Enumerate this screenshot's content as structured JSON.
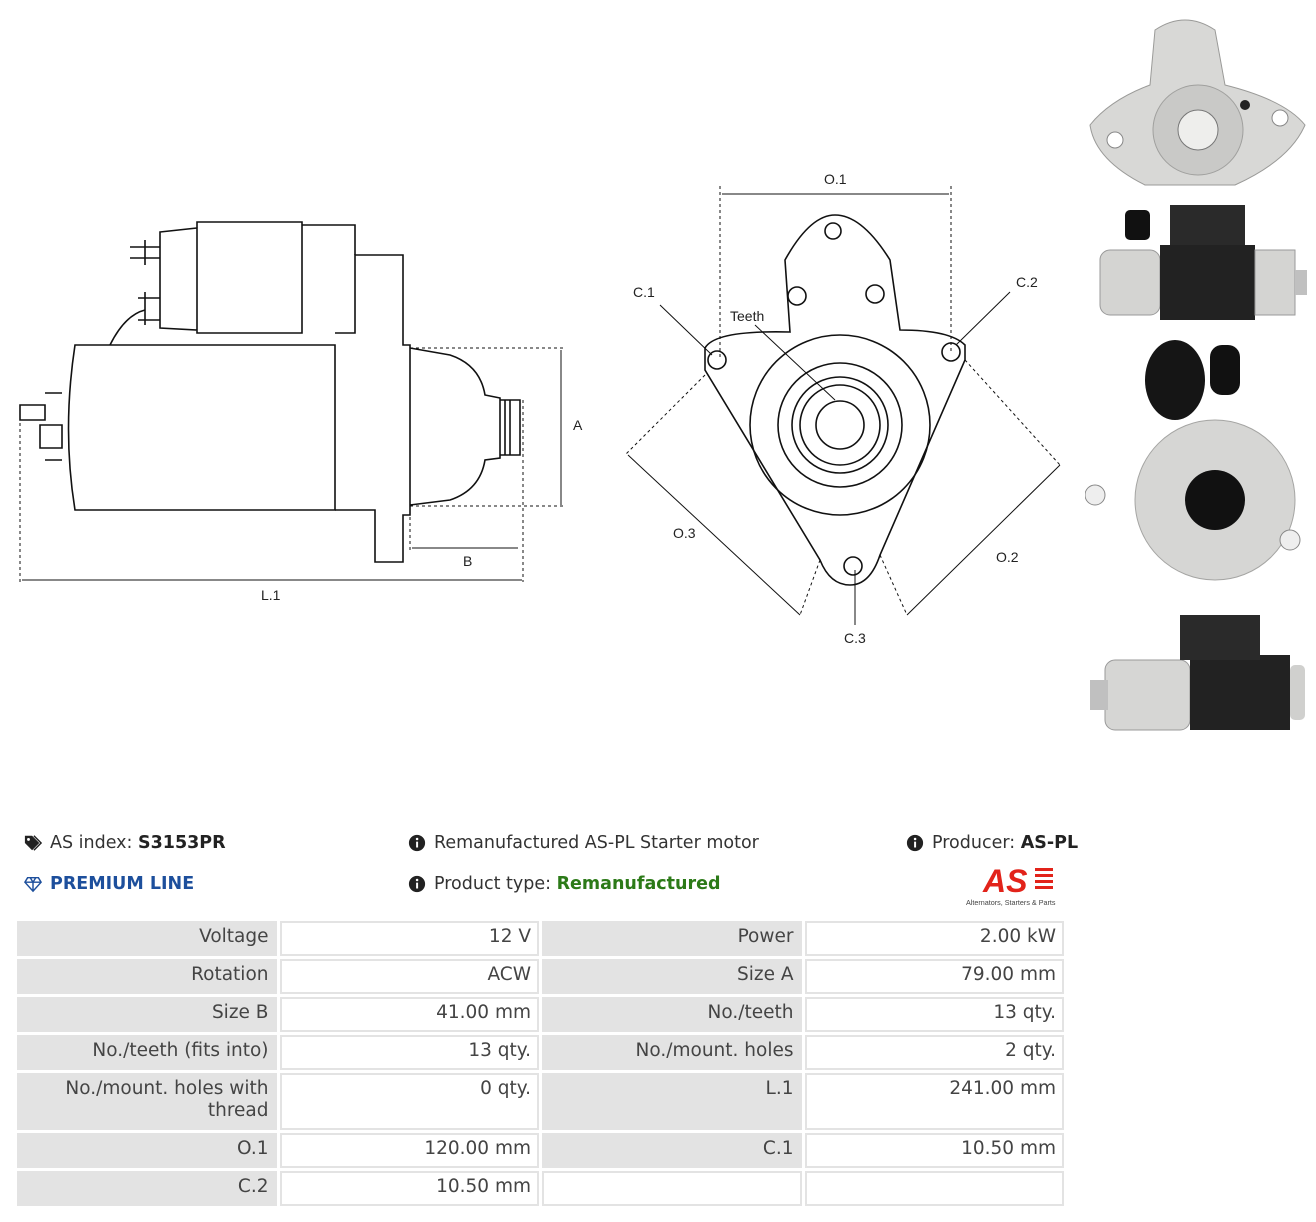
{
  "drawing": {
    "labels": {
      "A": "A",
      "B": "B",
      "L1": "L.1",
      "O1": "O.1",
      "O2": "O.2",
      "O3": "O.3",
      "C1": "C.1",
      "C2": "C.2",
      "C3": "C.3",
      "teeth": "Teeth"
    }
  },
  "info": {
    "as_index_label": "AS index:",
    "as_index_value": "S3153PR",
    "premium": "PREMIUM LINE",
    "description": "Remanufactured AS-PL Starter motor",
    "product_type_label": "Product type:",
    "product_type_value": "Remanufactured",
    "producer_label": "Producer:",
    "producer_value": "AS-PL",
    "logo_text": "AS",
    "logo_tagline": "Alternators, Starters & Parts",
    "colors": {
      "premium": "#1d4f9c",
      "product_type": "#2c7a18",
      "logo": "#e2231a"
    }
  },
  "specs": [
    [
      "Voltage",
      "12 V",
      "Power",
      "2.00 kW"
    ],
    [
      "Rotation",
      "ACW",
      "Size A",
      "79.00 mm"
    ],
    [
      "Size B",
      "41.00 mm",
      "No./teeth",
      "13 qty."
    ],
    [
      "No./teeth (fits into)",
      "13 qty.",
      "No./mount. holes",
      "2 qty."
    ],
    [
      "No./mount. holes with thread",
      "0 qty.",
      "L.1",
      "241.00 mm"
    ],
    [
      "O.1",
      "120.00 mm",
      "C.1",
      "10.50 mm"
    ],
    [
      "C.2",
      "10.50 mm",
      "",
      ""
    ]
  ]
}
